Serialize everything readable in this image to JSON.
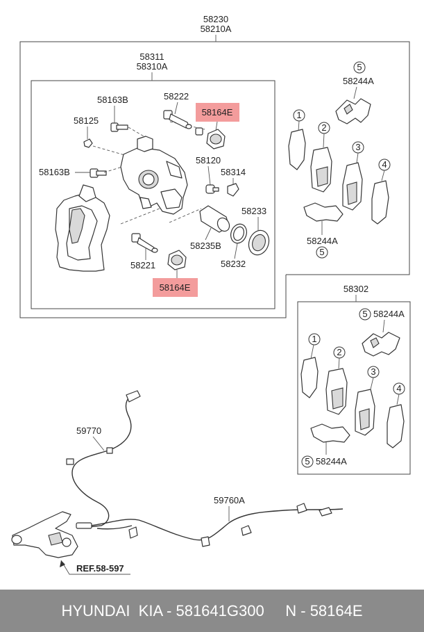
{
  "colors": {
    "highlight": "#f39c9c",
    "footer_bg": "#8b8b8b",
    "footer_text": "#ffffff"
  },
  "labels": {
    "assembly_main": "58230",
    "assembly_main_alt": "58210A",
    "caliper": "58311",
    "caliper_alt": "58310A",
    "bolt_upper": "58163B",
    "bolt_lower": "58163B",
    "bleeder": "58125",
    "guide_pin_upper": "58222",
    "boot_upper": "58164E",
    "boot_lower": "58164E",
    "cap": "58120",
    "screw": "58314",
    "piston": "58235B",
    "seal": "58232",
    "piston_boot": "58233",
    "guide_pin_lower": "58221",
    "spring_upper": "58244A",
    "spring_lower": "58244A",
    "pad_kit": "58302",
    "kit_spring_upper": "58244A",
    "kit_spring_lower": "58244A",
    "cable_rh": "59770",
    "cable_lh": "59760A",
    "reference": "REF.58-597",
    "n1": "1",
    "n2": "2",
    "n3": "3",
    "n4": "4",
    "n5": "5"
  },
  "footer": {
    "text": "HYUNDAI  KIA - 581641G300     N - 58164E"
  }
}
